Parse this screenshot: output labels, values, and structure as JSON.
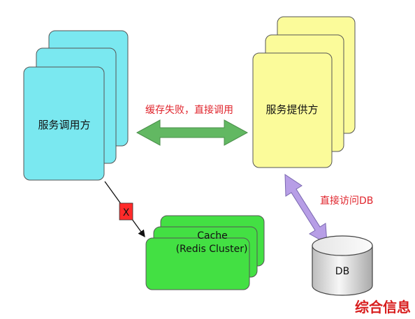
{
  "consumer": {
    "label": "服务调用方",
    "fill": "#7ae8f0"
  },
  "provider": {
    "label": "服务提供方",
    "fill": "#fbfb9a"
  },
  "cache": {
    "line1": "Cache",
    "line2": "(Redis Cluster)",
    "fill": "#43e043"
  },
  "db": {
    "label": "DB"
  },
  "edges": {
    "consumer_provider": {
      "label": "缓存失败，直接调用",
      "color": "#62b862"
    },
    "provider_db": {
      "label": "直接访问DB",
      "color": "#b79ee6"
    },
    "consumer_cache": {
      "marker": "X",
      "marker_color": "#ff2a2a"
    }
  },
  "label_color": "#e0242c",
  "watermark": "综合信息"
}
